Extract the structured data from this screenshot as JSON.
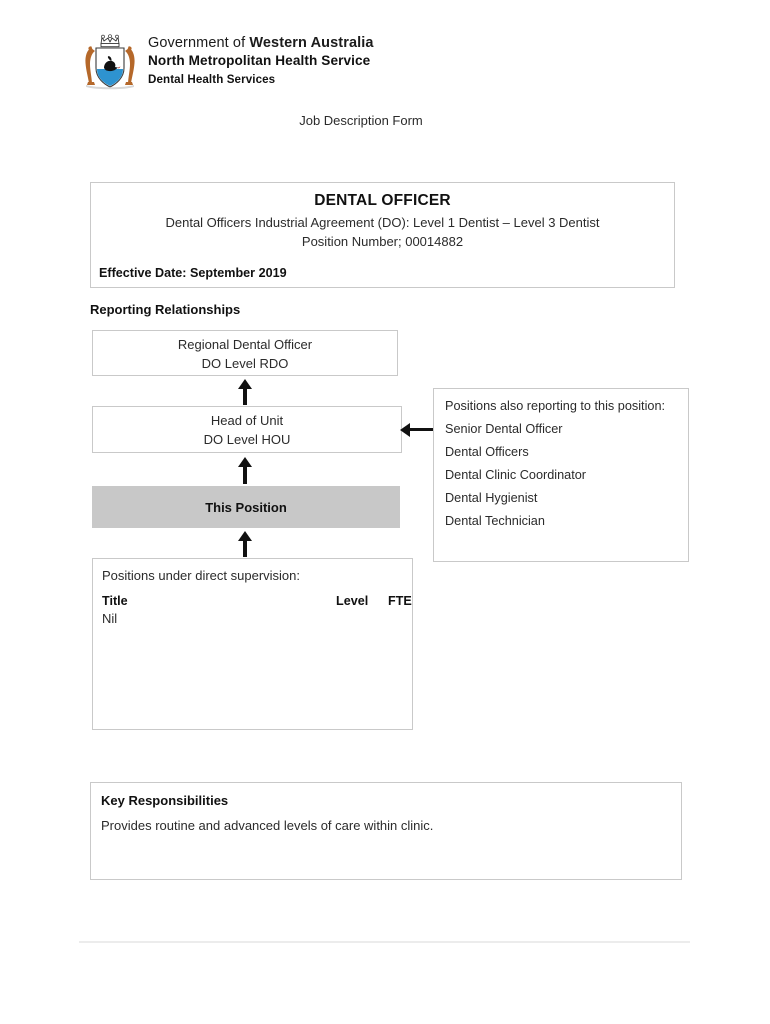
{
  "masthead": {
    "crest_icon": "wa-state-crest-icon",
    "line1_prefix": "Government of ",
    "line1_bold": "Western Australia",
    "line2": "North Metropolitan Health Service",
    "line3": "Dental Health Services"
  },
  "document": {
    "subtitle": "Job Description Form"
  },
  "title_block": {
    "position_title": "DENTAL OFFICER",
    "agreement": "Dental Officers Industrial Agreement (DO): Level 1 Dentist – Level 3 Dentist",
    "position_number": "Position Number; 00014882",
    "effective_date": "Effective Date: September 2019"
  },
  "reporting": {
    "heading": "Reporting Relationships",
    "boxes": {
      "rdo": {
        "line1": "Regional Dental Officer",
        "line2": "DO Level RDO"
      },
      "hou": {
        "line1": "Head of Unit",
        "line2": "DO Level HOU"
      },
      "this_position": {
        "label": "This Position"
      }
    },
    "also_reporting": {
      "intro": "Positions also reporting to this position:",
      "items": [
        "Senior Dental Officer",
        "Dental Officers",
        "Dental Clinic Coordinator",
        "Dental Hygienist",
        "Dental Technician"
      ]
    },
    "supervision": {
      "intro": "Positions under direct supervision:",
      "columns": [
        "Title",
        "Level",
        "FTE"
      ],
      "rows": [
        {
          "title": "Nil",
          "level": "",
          "fte": ""
        }
      ]
    },
    "arrows": {
      "rdo_up": "arrow-up-icon",
      "hou_up": "arrow-up-icon",
      "this_up": "arrow-up-icon",
      "also_left": "arrow-left-icon"
    }
  },
  "key_responsibilities": {
    "heading": "Key Responsibilities",
    "text": "Provides routine and advanced levels of care within clinic."
  },
  "colors": {
    "this_position_fill": "#c8c8c8",
    "box_border": "#c9c9c9",
    "text": "#2b2b2b",
    "heading": "#111111",
    "footer_rule": "#ececec"
  }
}
